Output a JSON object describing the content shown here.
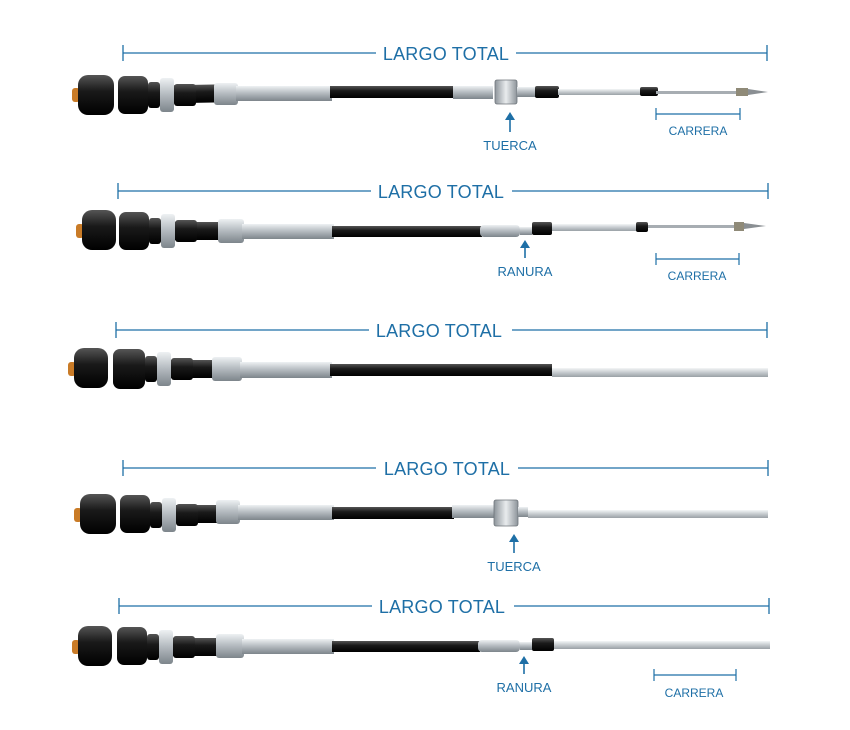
{
  "colors": {
    "accent": "#1e6fa6",
    "knob": "#111111",
    "sleeve": "#b9bfc4",
    "jacket": "#2b2b2b",
    "rod": "#c8cdd1"
  },
  "cables": [
    {
      "total_label": "LARGO TOTAL",
      "part_label": "TUERCA",
      "travel_label": "CARRERA"
    },
    {
      "total_label": "LARGO TOTAL",
      "part_label": "RANURA",
      "travel_label": "CARRERA"
    },
    {
      "total_label": "LARGO TOTAL"
    },
    {
      "total_label": "LARGO TOTAL",
      "part_label": "TUERCA"
    },
    {
      "total_label": "LARGO TOTAL",
      "part_label": "RANURA",
      "travel_label": "CARRERA"
    }
  ]
}
